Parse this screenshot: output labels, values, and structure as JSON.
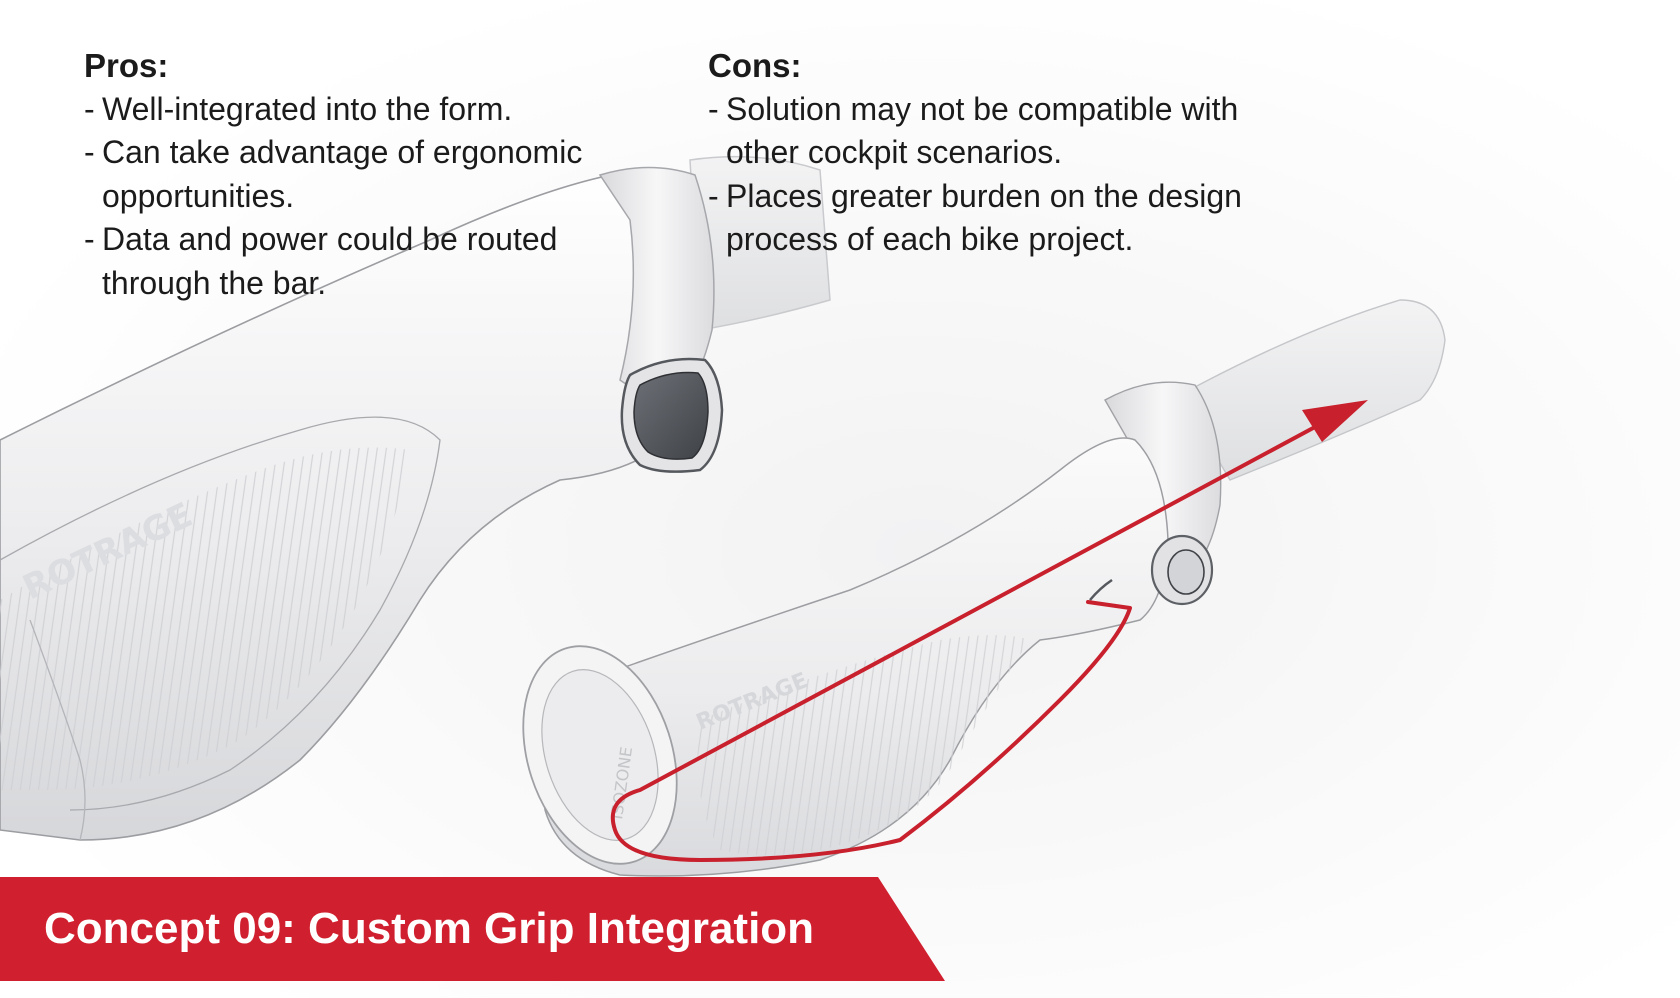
{
  "pros": {
    "heading": "Pros:",
    "items": [
      "Well-integrated into the form.",
      "Can take advantage of ergonomic opportunities.",
      "Data and power could be routed through the bar."
    ]
  },
  "cons": {
    "heading": "Cons:",
    "items": [
      "Solution may not be compatible with other cockpit scenarios.",
      "Places greater burden on the design process of each bike project."
    ]
  },
  "banner": {
    "title": "Concept 09: Custom Grip Integration",
    "color": "#d01f2e"
  },
  "sketch": {
    "logo_left_grip": "ROTRAGE",
    "logo_right_grip": "ROTRAGE",
    "logo_end_cap": "ISOZONE",
    "arrow_color": "#c8202c"
  }
}
